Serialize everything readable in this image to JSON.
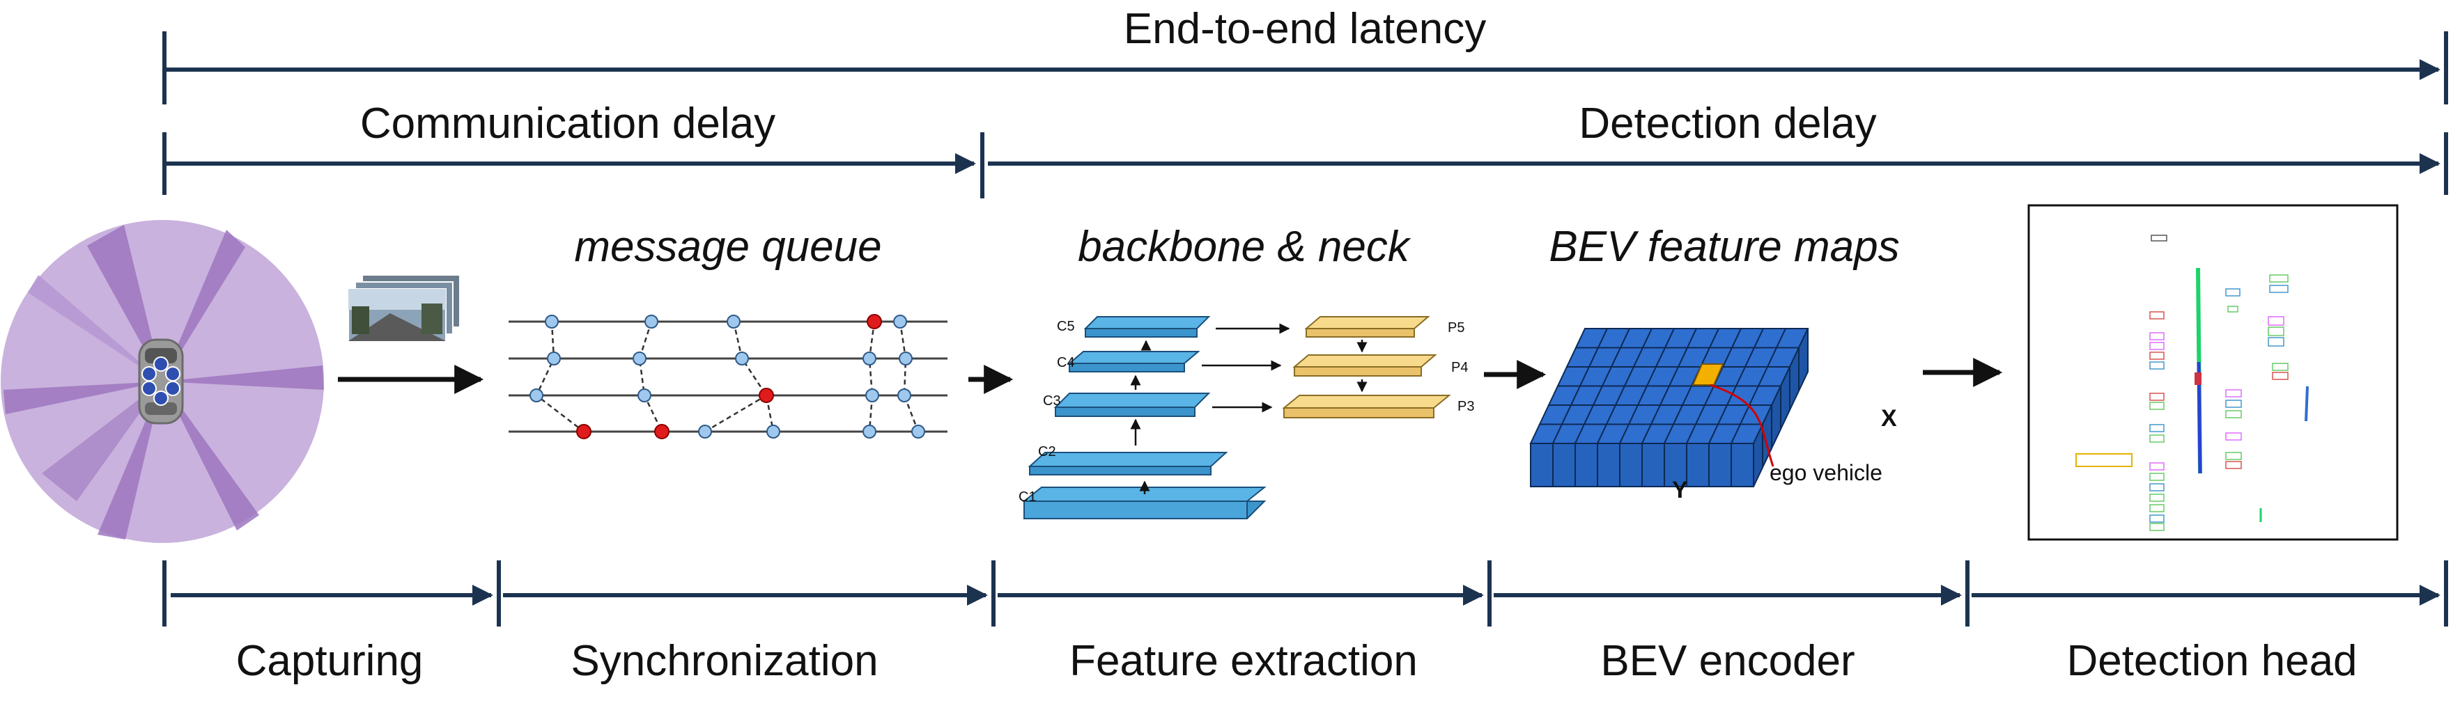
{
  "timeline": {
    "end_to_end": "End-to-end latency",
    "communication": "Communication delay",
    "detection": "Detection delay"
  },
  "stages": {
    "titles": {
      "queue": "message queue",
      "backbone": "backbone & neck",
      "bev": "BEV feature maps"
    },
    "labels": [
      "Capturing",
      "Synchronization",
      "Feature extraction",
      "BEV encoder",
      "Detection head"
    ]
  },
  "backbone": {
    "c": [
      "C1",
      "C2",
      "C3",
      "C4",
      "C5"
    ],
    "p": [
      "P3",
      "P4",
      "P5"
    ]
  },
  "bev": {
    "x_label": "X",
    "y_label": "Y",
    "ego_label": "ego vehicle"
  },
  "colors": {
    "arrow": "#1c3350",
    "sensor_light": "#c9b2dd",
    "sensor_dark": "#9d76c0",
    "layer_blue": "#5ab4e6",
    "layer_yellow": "#f8da8d",
    "grid_blue": "#2f6fd0",
    "ego_orange": "#f4b000",
    "node_blue": "#9fc8ee",
    "node_red": "#e01b1b"
  }
}
